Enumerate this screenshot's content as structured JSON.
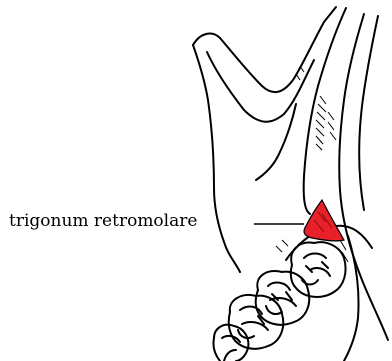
{
  "figure": {
    "annotation": {
      "text": "trigonum retromolare"
    },
    "colors": {
      "highlight": "#e8202a",
      "ink": "#000000",
      "background": "#ffffff"
    },
    "icons": {
      "highlight_region": "retromolar-triangle",
      "structure": "mandible-ramus-with-molars"
    }
  }
}
